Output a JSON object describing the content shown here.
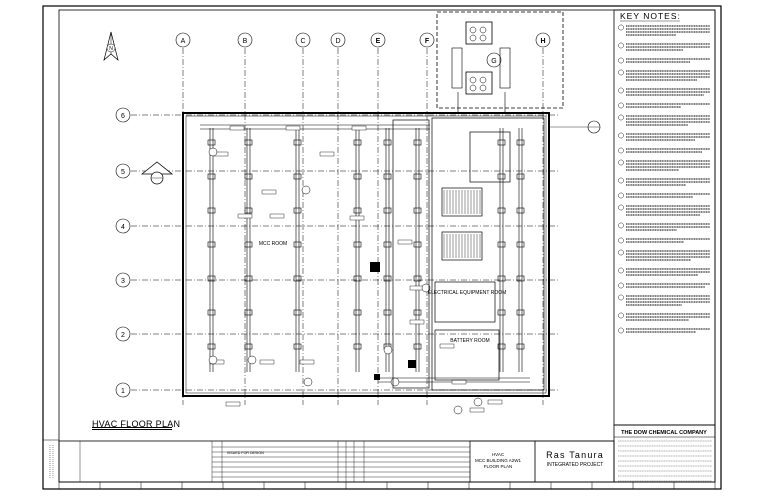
{
  "drawing": {
    "plan_title": "HVAC FLOOR PLAN",
    "grid_columns": [
      "A",
      "B",
      "C",
      "D",
      "E",
      "F",
      "H"
    ],
    "grid_rows": [
      "6",
      "5",
      "4",
      "3",
      "2",
      "1"
    ],
    "north_label": "N",
    "room_label": "MCC ROOM",
    "room_label_2": "ELECTRICAL EQUIPMENT ROOM",
    "room_label_3": "BATTERY ROOM",
    "detail_tag": "G"
  },
  "key_notes": {
    "title": "KEY NOTES:",
    "count": 21
  },
  "title_block": {
    "client": "THE DOW CHEMICAL COMPANY",
    "project_name": "Ras Tanura",
    "project_sub": "INTEGRATED PROJECT",
    "sheet_title_1": "HVAC",
    "sheet_title_2": "MCC BUILDING A2W1",
    "sheet_title_3": "FLOOR PLAN",
    "revision_row_1": "ISSUED FOR DESIGN"
  }
}
